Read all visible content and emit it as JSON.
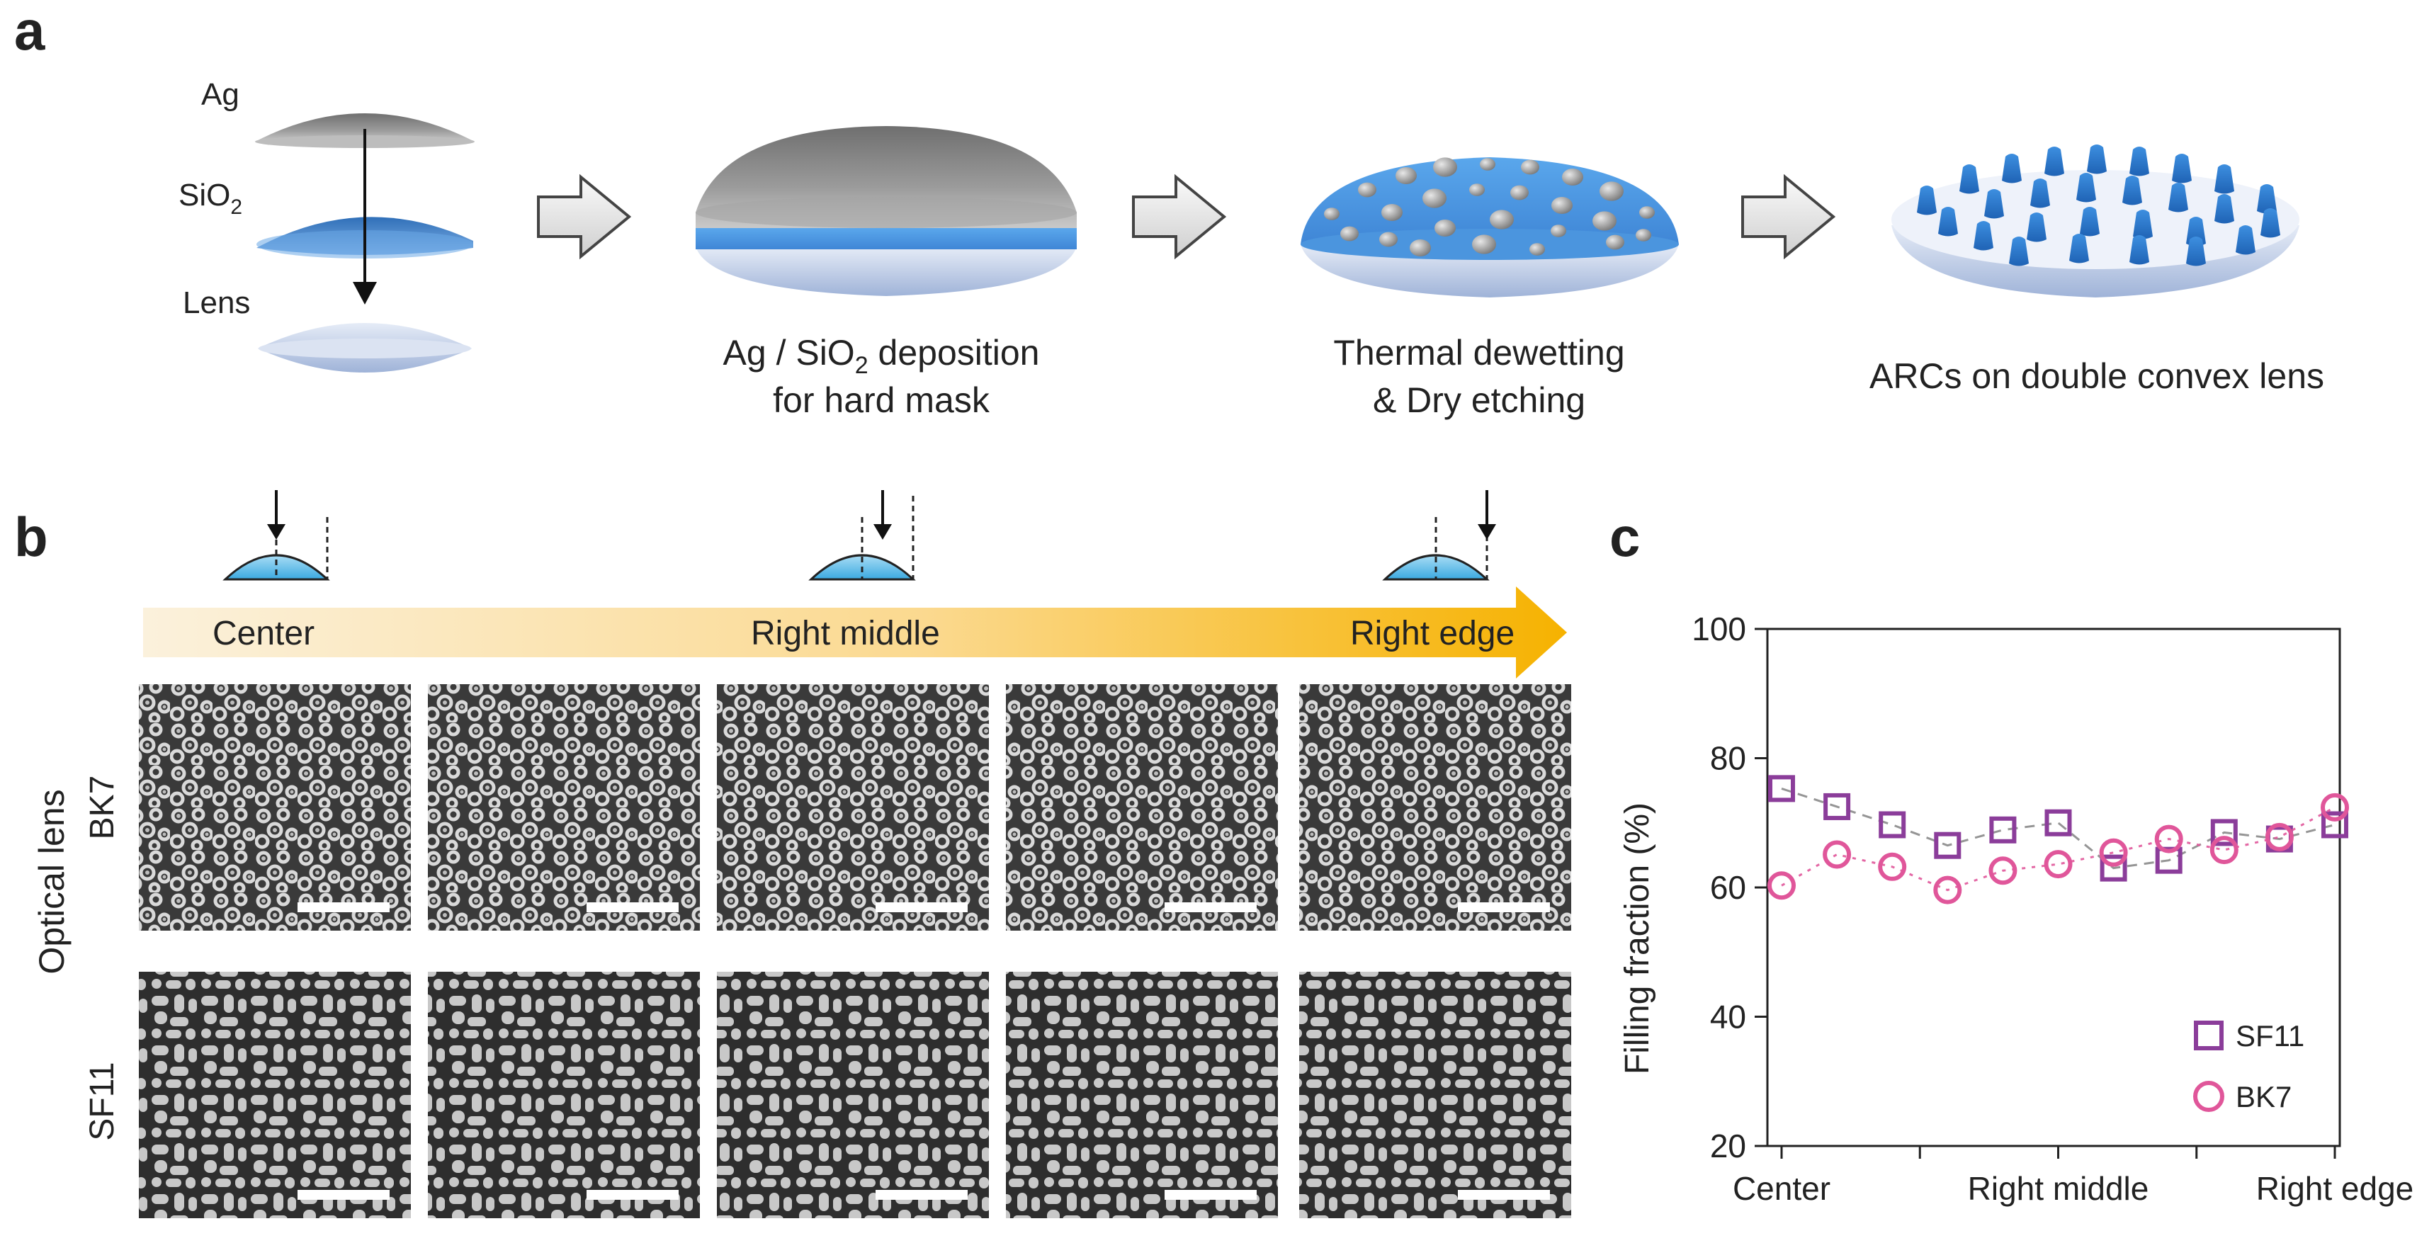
{
  "figure": {
    "panel_a": {
      "letter": "a",
      "layer_labels": {
        "ag": "Ag",
        "sio2_base": "SiO",
        "sio2_sub": "2",
        "lens": "Lens"
      },
      "step1_caption_line1_a": "Ag / SiO",
      "step1_caption_line1_sub": "2",
      "step1_caption_line1_b": " deposition",
      "step1_caption_line2": "for hard mask",
      "step2_caption_line1": "Thermal dewetting",
      "step2_caption_line2": "& Dry etching",
      "step3_caption": "ARCs on double convex lens",
      "colors": {
        "silver": "#8e8e8e",
        "sio2": "#4a90d9",
        "lens": "#c6d3ea",
        "arrow": "#e6e6e6"
      }
    },
    "panel_b": {
      "letter": "b",
      "position_labels": [
        "Center",
        "Right middle",
        "Right edge"
      ],
      "y_axis_label": "Optical lens",
      "row_labels": [
        "BK7",
        "SF11"
      ],
      "gradient_colors": [
        "#fdf0d5",
        "#f7b500"
      ]
    },
    "panel_c": {
      "letter": "c",
      "colors": {
        "SF11": "#8b3d9a",
        "BK7": "#e0569a"
      }
    }
  },
  "chart_data": {
    "type": "scatter",
    "title": "",
    "xlabel": "",
    "ylabel": "Filling fraction (%)",
    "ylim": [
      20,
      100
    ],
    "yticks": [
      20,
      40,
      60,
      80,
      100
    ],
    "x_tick_labels": [
      "Center",
      "Right middle",
      "Right edge"
    ],
    "x": [
      1,
      2,
      3,
      4,
      5,
      6,
      7,
      8,
      9,
      10,
      11
    ],
    "grid": false,
    "legend_position": "bottom-right",
    "series": [
      {
        "name": "SF11",
        "marker": "square",
        "values": [
          75.3,
          72.5,
          69.7,
          66.5,
          68.9,
          70.0,
          63.0,
          64.2,
          68.5,
          67.5,
          69.7
        ]
      },
      {
        "name": "BK7",
        "marker": "circle",
        "values": [
          60.3,
          65.1,
          63.2,
          59.6,
          62.6,
          63.6,
          65.4,
          67.5,
          65.8,
          67.8,
          72.4
        ]
      }
    ]
  }
}
